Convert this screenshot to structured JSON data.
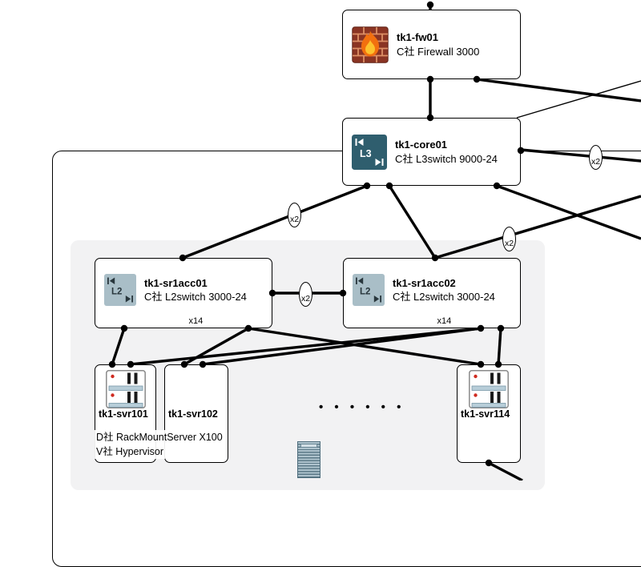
{
  "colors": {
    "line": "#000000",
    "zone_fill": "#f2f2f3",
    "l3_icon_bg": "#2f5e6e",
    "l2_icon_bg": "#a9bec7",
    "brick_red": "#8a3423",
    "mortar": "#dd9066",
    "flame_orange": "#f2700f",
    "flame_yellow": "#fdc22d",
    "server_led_red": "#cf2b20",
    "rack_steel_blue": "#9fb6c2"
  },
  "nodes": {
    "fw": {
      "name": "tk1-fw01",
      "model": "C社 Firewall 3000"
    },
    "core": {
      "name": "tk1-core01",
      "model": "C社 L3switch 9000-24"
    },
    "acc1": {
      "name": "tk1-sr1acc01",
      "model": "C社 L2switch 3000-24",
      "port_count": "x14"
    },
    "acc2": {
      "name": "tk1-sr1acc02",
      "model": "C社 L2switch 3000-24",
      "port_count": "x14"
    },
    "svr101": {
      "name": "tk1-svr101"
    },
    "svr102": {
      "name": "tk1-svr102"
    },
    "svr114": {
      "name": "tk1-svr114"
    }
  },
  "labels": {
    "link_multiplier": "x2",
    "server_spec": "D社 RackMountServer X100",
    "server_sw": "V社 Hypervisor",
    "ellipsis": "• • • • • •"
  },
  "icons": {
    "l3_label": "L3",
    "l2_label": "L2"
  }
}
